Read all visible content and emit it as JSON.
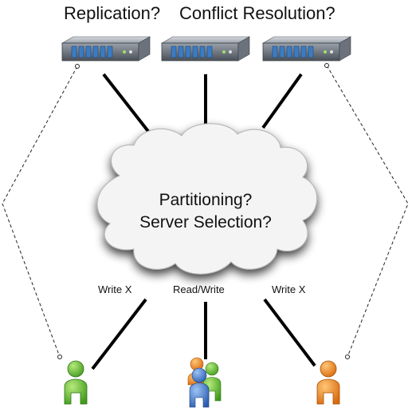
{
  "top_labels": {
    "replication": "Replication?",
    "conflict_resolution": "Conflict Resolution?"
  },
  "cloud": {
    "line1": "Partitioning?",
    "line2": "Server Selection?"
  },
  "edge_labels": {
    "left": "Write X",
    "middle": "Read/Write",
    "right": "Write X"
  },
  "icons": {
    "servers": [
      "server-icon",
      "server-icon",
      "server-icon"
    ],
    "users": [
      "green-user-icon",
      "user-group-icon",
      "orange-user-icon"
    ]
  },
  "colors": {
    "server_body": "#5f6670",
    "server_led": "#3a7cc4",
    "cloud_fill": "#f4f4f4",
    "green_user": "#5fb62e",
    "orange_user": "#f08b1c",
    "blue_user": "#3f74c9"
  }
}
